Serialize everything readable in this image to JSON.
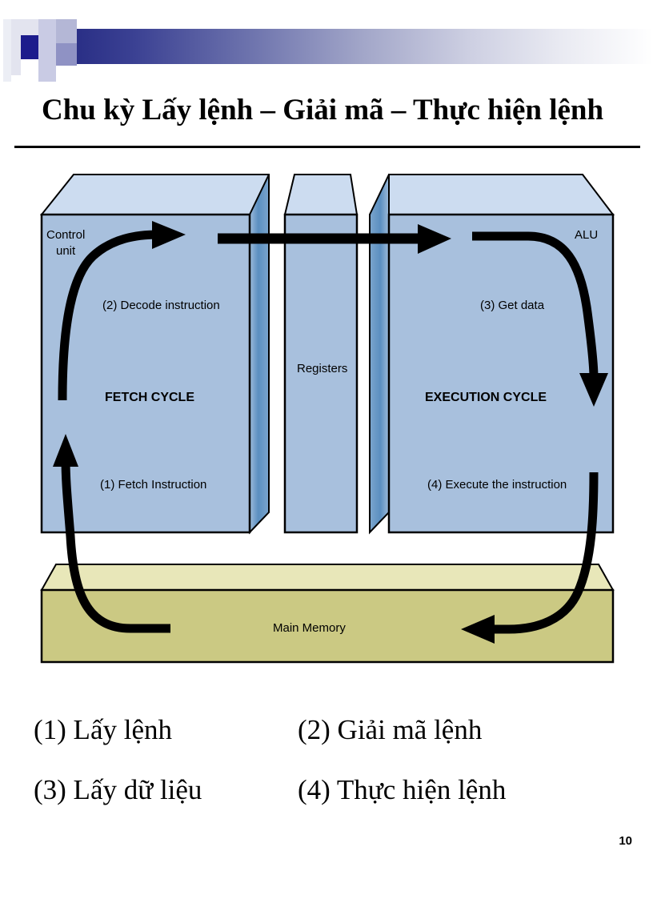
{
  "slide": {
    "title": "Chu kỳ Lấy lệnh – Giải mã – Thực hiện lệnh",
    "page_number": "10"
  },
  "theme": {
    "deco_dark": "#1c1c8c",
    "deco_mid": "#8f92c4",
    "deco_light": "#c9cbe4",
    "deco_pale": "#e3e4ef",
    "gradient_start": "#2a2f86",
    "gradient_end": "#ffffff",
    "block_face": "#a8c0dd",
    "block_top": "#ccdcf0",
    "block_side": "#5b8fc0",
    "memory_face": "#cbc983",
    "memory_top": "#e8e7b9",
    "outline": "#000000",
    "arrow": "#000000"
  },
  "diagram": {
    "blocks": [
      {
        "id": "control-unit",
        "corner_label": "Control\nunit",
        "corner_label_line1": "Control",
        "corner_label_line2": "unit",
        "cycle_label": "FETCH CYCLE",
        "step_top": "(2) Decode instruction",
        "step_bottom": "(1) Fetch Instruction"
      },
      {
        "id": "registers",
        "label": "Registers"
      },
      {
        "id": "alu",
        "corner_label": "ALU",
        "cycle_label": "EXECUTION CYCLE",
        "step_top": "(3) Get data",
        "step_bottom": "(4) Execute the instruction"
      }
    ],
    "memory": {
      "id": "main-memory",
      "label": "Main Memory"
    },
    "arrows": [
      {
        "name": "fetch-to-decode-arrow",
        "from": "main-memory",
        "to": "control-unit"
      },
      {
        "name": "decode-to-registers-arrow",
        "from": "control-unit",
        "to": "registers"
      },
      {
        "name": "registers-to-alu-arrow",
        "from": "registers",
        "to": "alu"
      },
      {
        "name": "alu-to-memory-arrow",
        "from": "alu",
        "to": "main-memory"
      }
    ]
  },
  "steps": {
    "rows": [
      {
        "left": "(1) Lấy lệnh",
        "right": "(2) Giải mã lệnh"
      },
      {
        "left": "(3) Lấy dữ liệu",
        "right": "(4) Thực hiện lệnh"
      }
    ]
  }
}
